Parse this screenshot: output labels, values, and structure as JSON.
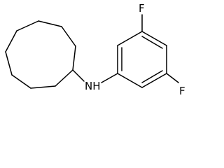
{
  "atoms": {
    "amine_label": "NH",
    "fluorine_top_label": "F",
    "fluorine_bottom_label": "F"
  },
  "colors": {
    "bond": "#000000",
    "label": "#000000",
    "background": "#ffffff"
  }
}
